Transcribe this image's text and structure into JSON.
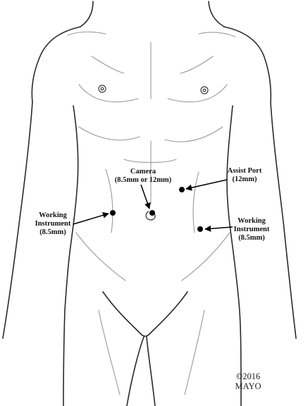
{
  "labels": {
    "camera_line1": "Camera",
    "camera_line2": "(8.5mm or 12mm)",
    "assist_line1": "Assist Port",
    "assist_line2": "(12mm)",
    "left_instr_line1": "Working",
    "left_instr_line2": "Instrument",
    "left_instr_line3": "(8.5mm)",
    "right_instr_line1": "Working",
    "right_instr_line2": "Instrument",
    "right_instr_line3": "(8.5mm)"
  },
  "copyright": {
    "line1": "©2016",
    "line2": "MAYO"
  },
  "colors": {
    "outline": "#2a2a2a",
    "detail": "#9a9a9a",
    "port": "#000000",
    "label": "#111111"
  }
}
